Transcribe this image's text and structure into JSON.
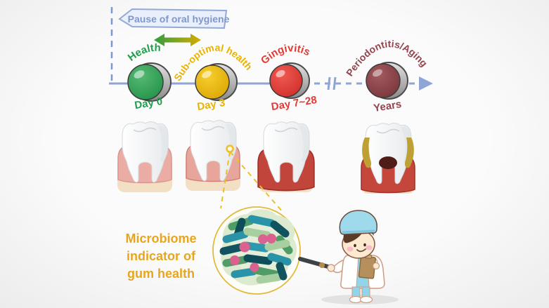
{
  "figure": {
    "pause_tag_label": "Pause of oral hygiene",
    "pause_tag_color": "#7e97cc",
    "axis_color": "#8fa5d6"
  },
  "timeline": {
    "stages": [
      {
        "label": "Health",
        "time": "Day 0",
        "state_color": "#1f9e4d",
        "button_color": "#2f9e54"
      },
      {
        "label": "Sub-optimal health",
        "time": "Day 3",
        "state_color": "#e9b400",
        "button_color": "#ecb400"
      },
      {
        "label": "Gingivitis",
        "time": "Day 7~28",
        "state_color": "#e23a34",
        "button_color": "#e23b35"
      },
      {
        "label": "Periodontitis/Aging",
        "time": "Years",
        "state_color": "#92454d",
        "button_color": "#8e4249"
      }
    ]
  },
  "microbiome": {
    "caption_line1": "Microbiome",
    "caption_line2": "indicator of",
    "caption_line3": "gum health",
    "caption_color": "#e8a61e",
    "callout_color": "#ecc028"
  },
  "palette": {
    "healthy_gum": "#eaaca4",
    "inflamed_gum": "#c2453c",
    "tartar": "#bfa035",
    "bone_base": "#f2dfc4",
    "bacteria_teal": "#2b93a8",
    "bacteria_dark_teal": "#11535f",
    "bacteria_green": "#4f9c66",
    "bacteria_light_green": "#a8cfa0",
    "bacteria_pink": "#d9628e"
  }
}
